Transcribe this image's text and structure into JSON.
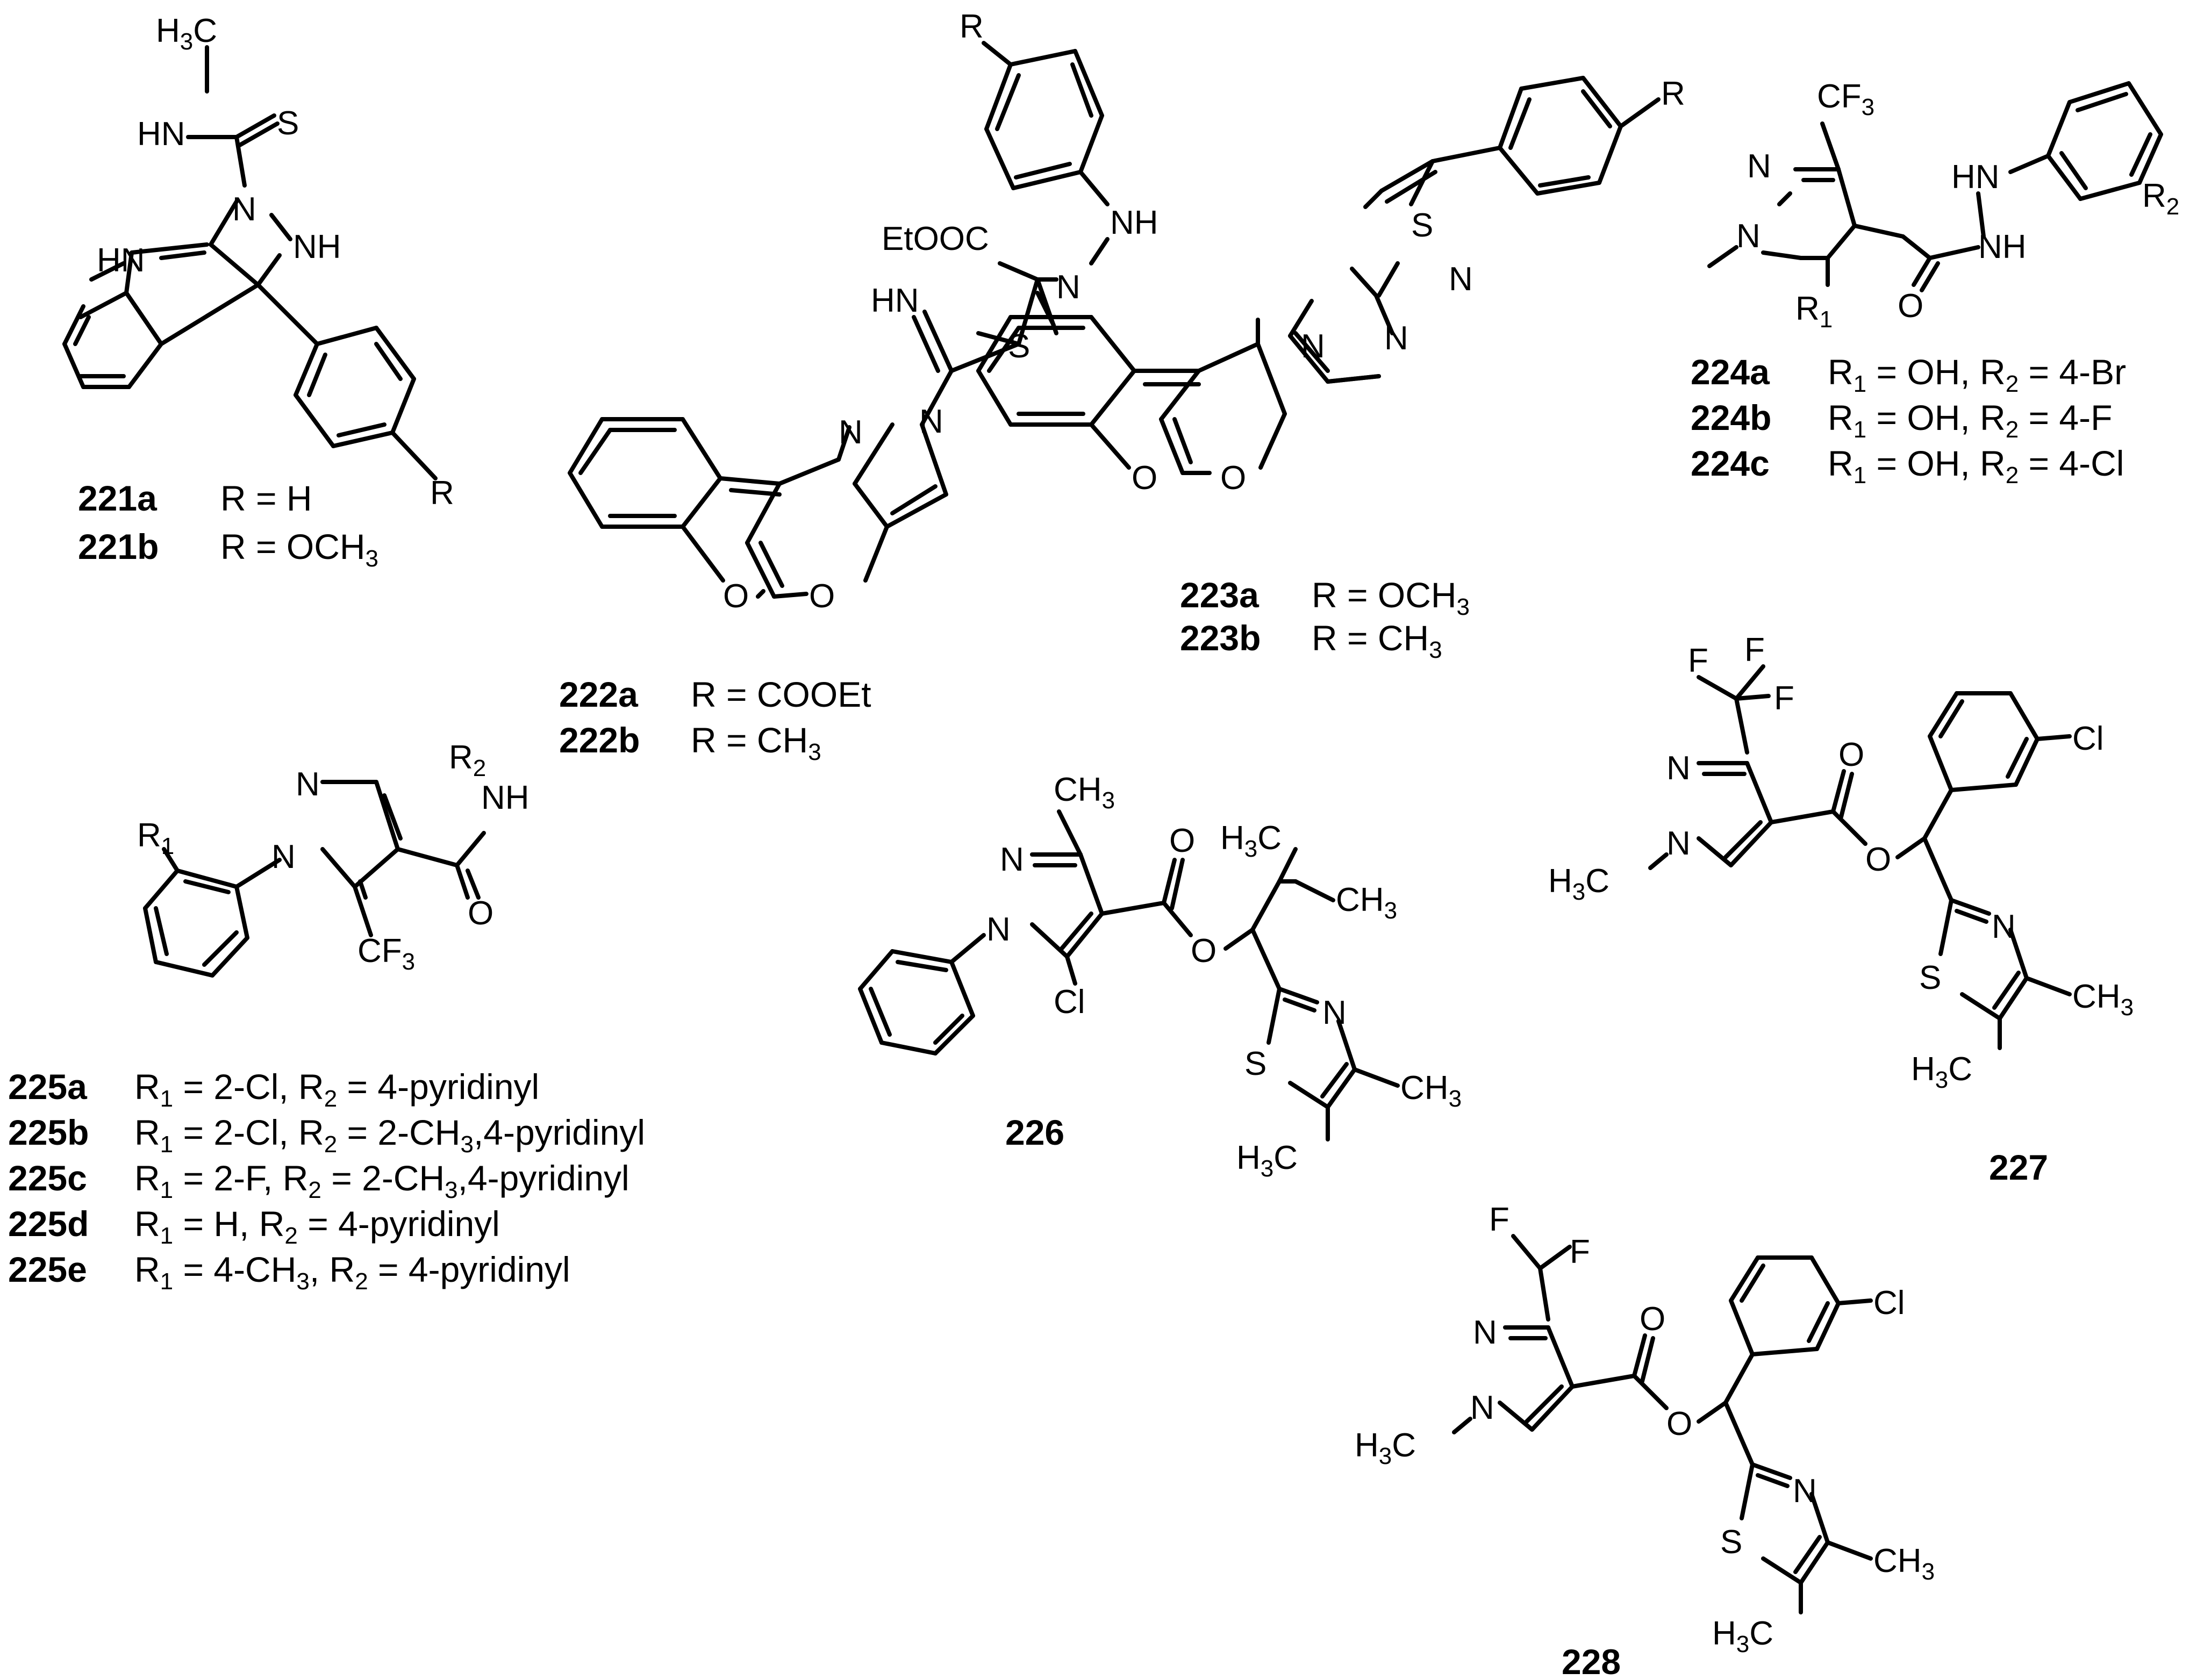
{
  "compounds": {
    "c221": {
      "atoms": {
        "methyl": "H3C",
        "nh_thio": "HN",
        "s": "S",
        "n1": "N",
        "nh2": "NH",
        "hn_indole": "HN",
        "r": "R"
      },
      "variants": [
        {
          "id": "221a",
          "text": "R = H"
        },
        {
          "id": "221b",
          "text": "R = OCH3"
        }
      ]
    },
    "c222": {
      "atoms": {
        "r": "R",
        "nh": "NH",
        "n_hyd": "N",
        "ester": "EtOOC",
        "hn_imine": "HN",
        "s": "S",
        "n_pyr": "N",
        "n_pyr2": "N",
        "o_ring": "O",
        "o_carbonyl": "O"
      },
      "variants": [
        {
          "id": "222a",
          "text": "R  = COOEt"
        },
        {
          "id": "222b",
          "text": "R  =  CH3"
        }
      ]
    },
    "c223": {
      "atoms": {
        "r": "R",
        "s": "S",
        "n_thz": "N",
        "n_pyr": "N",
        "n_pyr2": "N",
        "o_ring": "O",
        "o_carbonyl": "O"
      },
      "variants": [
        {
          "id": "223a",
          "text": "R  = OCH3"
        },
        {
          "id": "223b",
          "text": "R = CH3"
        }
      ]
    },
    "c224": {
      "atoms": {
        "cf3": "CF3",
        "n1": "N",
        "n2": "N",
        "r1": "R1",
        "hn": "HN",
        "nh": "NH",
        "o": "O",
        "r2": "R2"
      },
      "variants": [
        {
          "id": "224a",
          "text": "R1 = OH,  R2 = 4-Br"
        },
        {
          "id": "224b",
          "text": "R1 = OH,  R2 = 4-F"
        },
        {
          "id": "224c",
          "text": "R1 = OH,  R2 = 4-Cl"
        }
      ]
    },
    "c225": {
      "atoms": {
        "r1": "R1",
        "n1": "N",
        "n2": "N",
        "r2": "R2",
        "nh": "NH",
        "o": "O",
        "cf3": "CF3"
      },
      "variants": [
        {
          "id": "225a",
          "text": "R1 = 2-Cl, R2 = 4-pyridinyl"
        },
        {
          "id": "225b",
          "text": "R1 = 2-Cl, R2 = 2-CH3,4-pyridinyl"
        },
        {
          "id": "225c",
          "text": "R1 = 2-F,  R2 = 2-CH3,4-pyridinyl"
        },
        {
          "id": "225d",
          "text": "R1 = H,    R2 = 4-pyridinyl"
        },
        {
          "id": "225e",
          "text": "R1 = 4-CH3, R2 =  4-pyridinyl"
        }
      ]
    },
    "c226": {
      "id": "226",
      "atoms": {
        "ch3_top": "CH3",
        "n1": "N",
        "n2": "N",
        "cl": "Cl",
        "o_carbonyl": "O",
        "o_ester": "O",
        "h3c_ipr": "H3C",
        "ch3_ipr": "CH3",
        "s": "S",
        "n_thz": "N",
        "ch3_thz": "CH3",
        "h3c_thz": "H3C"
      }
    },
    "c227": {
      "id": "227",
      "atoms": {
        "f1": "F",
        "f2": "F",
        "f3": "F",
        "n1": "N",
        "n2": "N",
        "h3c": "H3C",
        "o_carbonyl": "O",
        "o_ester": "O",
        "cl": "Cl",
        "n_thz": "N",
        "s": "S",
        "ch3_thz": "CH3",
        "h3c_thz": "H3C"
      }
    },
    "c228": {
      "id": "228",
      "atoms": {
        "f1": "F",
        "f2": "F",
        "n1": "N",
        "n2": "N",
        "h3c": "H3C",
        "o_carbonyl": "O",
        "o_ester": "O",
        "cl": "Cl",
        "n_thz": "N",
        "s": "S",
        "ch3_thz": "CH3",
        "h3c_thz": "H3C"
      }
    }
  }
}
